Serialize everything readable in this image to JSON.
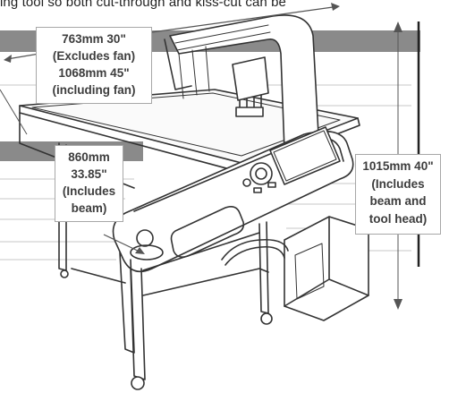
{
  "top_text": "ing tool so both cut-through and kiss-cut can be",
  "dimensions": {
    "width": {
      "line1": "763mm 30\"",
      "line2": "(Excludes fan)",
      "line3": "1068mm 45\"",
      "line4": "(including fan)"
    },
    "depth": {
      "line1": "860mm",
      "line2": "33.85\"",
      "line3": "(Includes",
      "line4": "beam)"
    },
    "height": {
      "line1": "1015mm 40\"",
      "line2": "(Includes",
      "line3": "beam and",
      "line4": "tool head)"
    }
  },
  "colors": {
    "band": "#8a8a8a",
    "label_border": "#a7a7a7",
    "label_text": "#3d3d3d",
    "machine": "#333333"
  }
}
